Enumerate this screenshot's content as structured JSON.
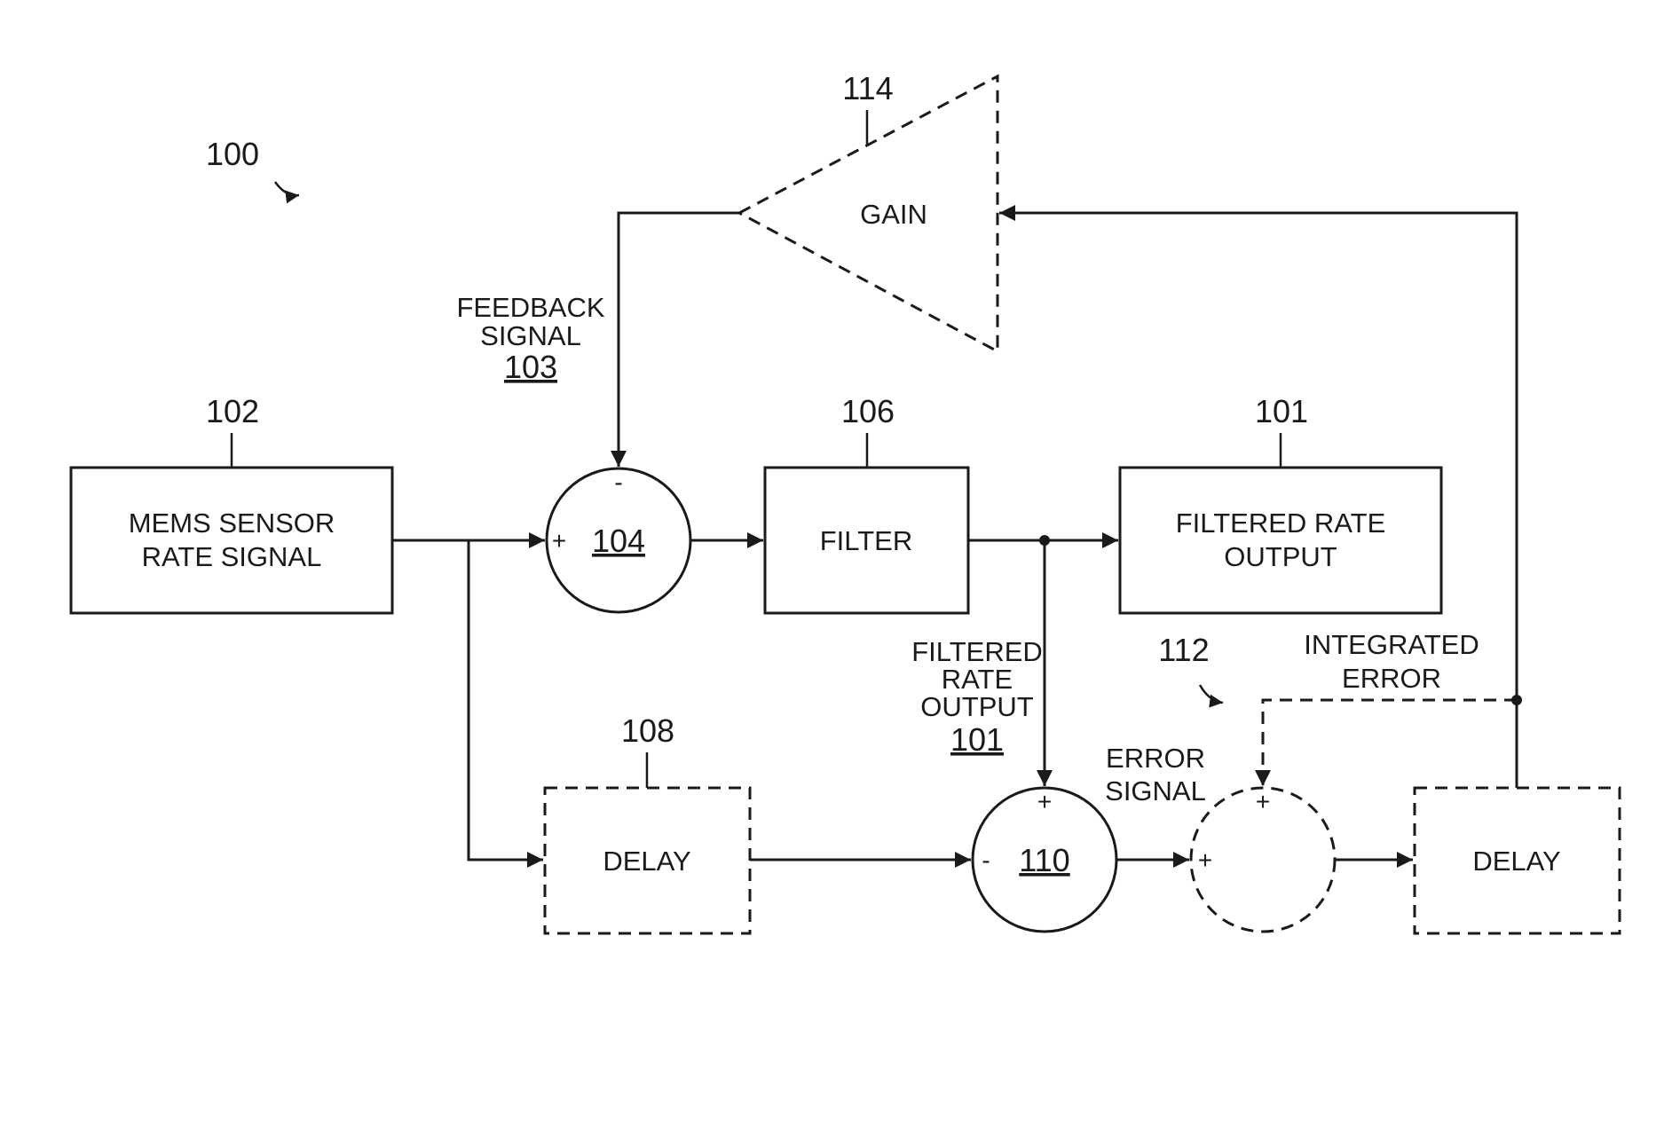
{
  "figure": {
    "ref": "100"
  },
  "blocks": {
    "sensor": {
      "ref": "102",
      "line1": "MEMS SENSOR",
      "line2": "RATE SIGNAL"
    },
    "sum104": {
      "ref": "104",
      "minus": "-",
      "plus": "+"
    },
    "filter": {
      "ref": "106",
      "label": "FILTER"
    },
    "output": {
      "ref": "101",
      "line1": "FILTERED RATE",
      "line2": "OUTPUT"
    },
    "gain": {
      "ref": "114",
      "label": "GAIN"
    },
    "delay108": {
      "ref": "108",
      "label": "DELAY"
    },
    "sum110": {
      "ref": "110",
      "plus": "+",
      "minus": "-"
    },
    "integrator": {
      "ref": "112",
      "plus_top": "+",
      "plus_left": "+"
    },
    "delay2": {
      "label": "DELAY"
    }
  },
  "signals": {
    "feedback": {
      "line1": "FEEDBACK",
      "line2": "SIGNAL",
      "ref": "103"
    },
    "filtered_rate": {
      "line1": "FILTERED",
      "line2": "RATE",
      "line3": "OUTPUT",
      "ref": "101"
    },
    "error": {
      "line1": "ERROR",
      "line2": "SIGNAL"
    },
    "integrated_error": {
      "line1": "INTEGRATED",
      "line2": "ERROR"
    }
  }
}
